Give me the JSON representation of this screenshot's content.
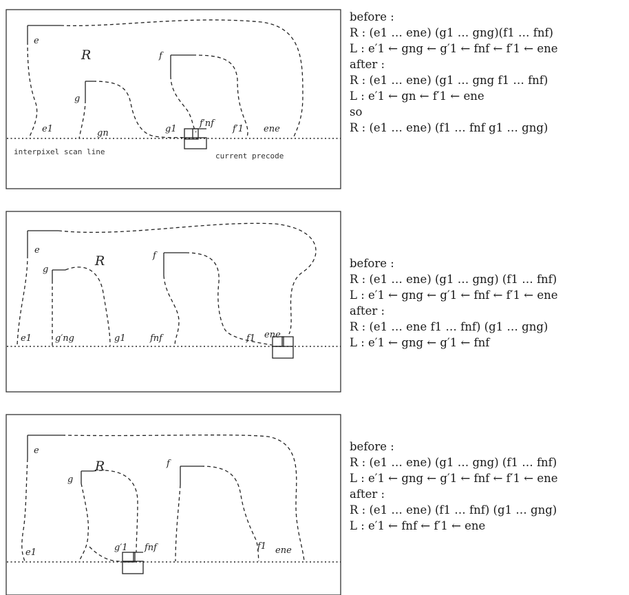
{
  "panels": [
    {
      "labels": {
        "e": "e",
        "R": "R",
        "f": "f",
        "g": "g",
        "e1": "e1",
        "gn": "gn",
        "g1": "g1",
        "fnf_prime": "f′nf",
        "f1_prime": "f′1",
        "ene": "ene",
        "scan_line": "interpixel scan line",
        "precode": "current precode"
      },
      "lines": [
        "before :",
        "R : (e1 … ene) (g1 … gng)(f1 … fnf)",
        "L : e′1 ← gng ← g′1 ← fnf ← f′1 ← ene",
        "after :",
        "R : (e1 … ene) (g1 … gng f1 … fnf)",
        "L : e′1 ← gn ← f′1 ← ene",
        "so",
        "R : (e1 … ene) (f1 … fnf g1 … gng)"
      ]
    },
    {
      "labels": {
        "e": "e",
        "R": "R",
        "f": "f",
        "g": "g",
        "e1": "e1",
        "gng_prime": "g′ng",
        "g1": "g1",
        "fnf": "fnf",
        "f1": "f1",
        "ene": "ene"
      },
      "lines": [
        "before :",
        "R : (e1 … ene) (g1 … gng) (f1 … fnf)",
        "L : e′1 ← gng ← g′1 ← fnf ← f′1 ← ene",
        "after :",
        "R : (e1 … ene f1 … fnf) (g1 … gng)",
        "L : e′1 ← gng ← g′1 ← fnf"
      ]
    },
    {
      "labels": {
        "e": "e",
        "R": "R",
        "f": "f",
        "g": "g",
        "e1": "e1",
        "g1_prime": "g′1",
        "fnf": "fnf",
        "f1": "f1",
        "ene": "ene"
      },
      "lines": [
        "before :",
        "R : (e1 … ene) (g1 … gng) (f1 … fnf)",
        "L : e′1 ← gng ← g′1 ← fnf ← f′1 ← ene",
        "after :",
        "R : (e1 … ene) (f1 … fnf) (g1 … gng)",
        "L : e′1 ← fnf ← f′1 ← ene"
      ]
    }
  ]
}
